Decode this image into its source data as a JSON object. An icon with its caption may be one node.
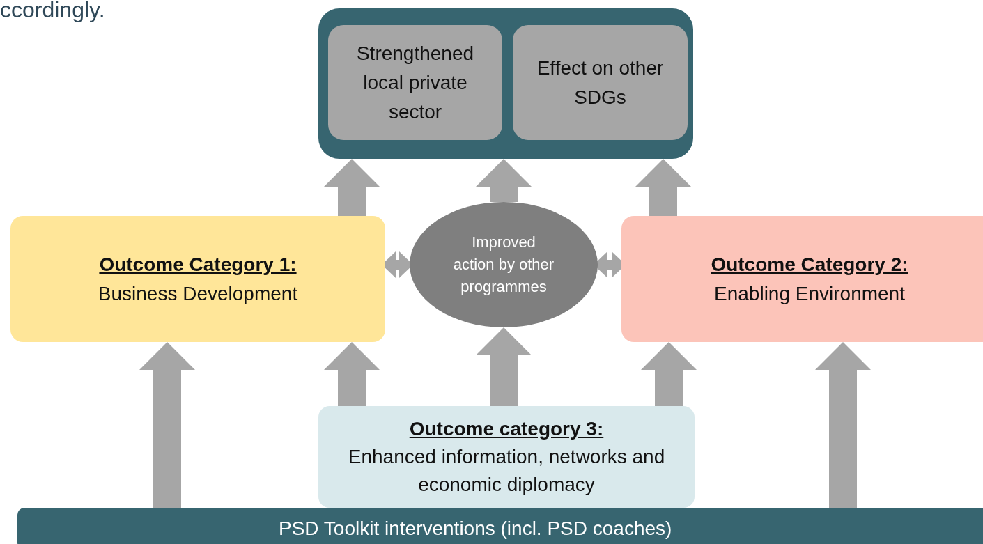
{
  "diagram": {
    "nodes": [
      {
        "text": [],
        "shape": "box"
      },
      {
        "text": [
          "Strengthened local private sector"
        ],
        "in": 0
      },
      {
        "text": [
          "Effect on other SDGs"
        ],
        "in": 0
      },
      {
        "text": [
          "Outcome Category 1:",
          "Business Development"
        ]
      },
      {
        "text": [
          "Improved action by other programmes"
        ]
      },
      {
        "text": [
          "Outcome Category 2:",
          "Enabling Environment"
        ]
      },
      {
        "text": [
          "Outcome category 3:",
          "Enhanced information, networks and economic diplomacy"
        ]
      },
      {
        "text": [
          "PSD Toolkit interventions (incl. PSD coaches)"
        ]
      }
    ],
    "edges": [
      {
        "from": 3,
        "to": 0,
        "arrow": "to"
      },
      {
        "from": 4,
        "to": 0,
        "arrow": "to"
      },
      {
        "from": 5,
        "to": 0,
        "arrow": "to"
      },
      {
        "from": 3,
        "to": 4,
        "arrow": "both"
      },
      {
        "from": 4,
        "to": 5,
        "arrow": "both"
      },
      {
        "from": 7,
        "to": 3,
        "arrow": "to"
      },
      {
        "from": 6,
        "to": 3,
        "arrow": "to"
      },
      {
        "from": 6,
        "to": 4,
        "arrow": "to"
      },
      {
        "from": 6,
        "to": 5,
        "arrow": "to"
      },
      {
        "from": 7,
        "to": 5,
        "arrow": "to"
      }
    ],
    "labels": [
      "ccordingly."
    ]
  }
}
